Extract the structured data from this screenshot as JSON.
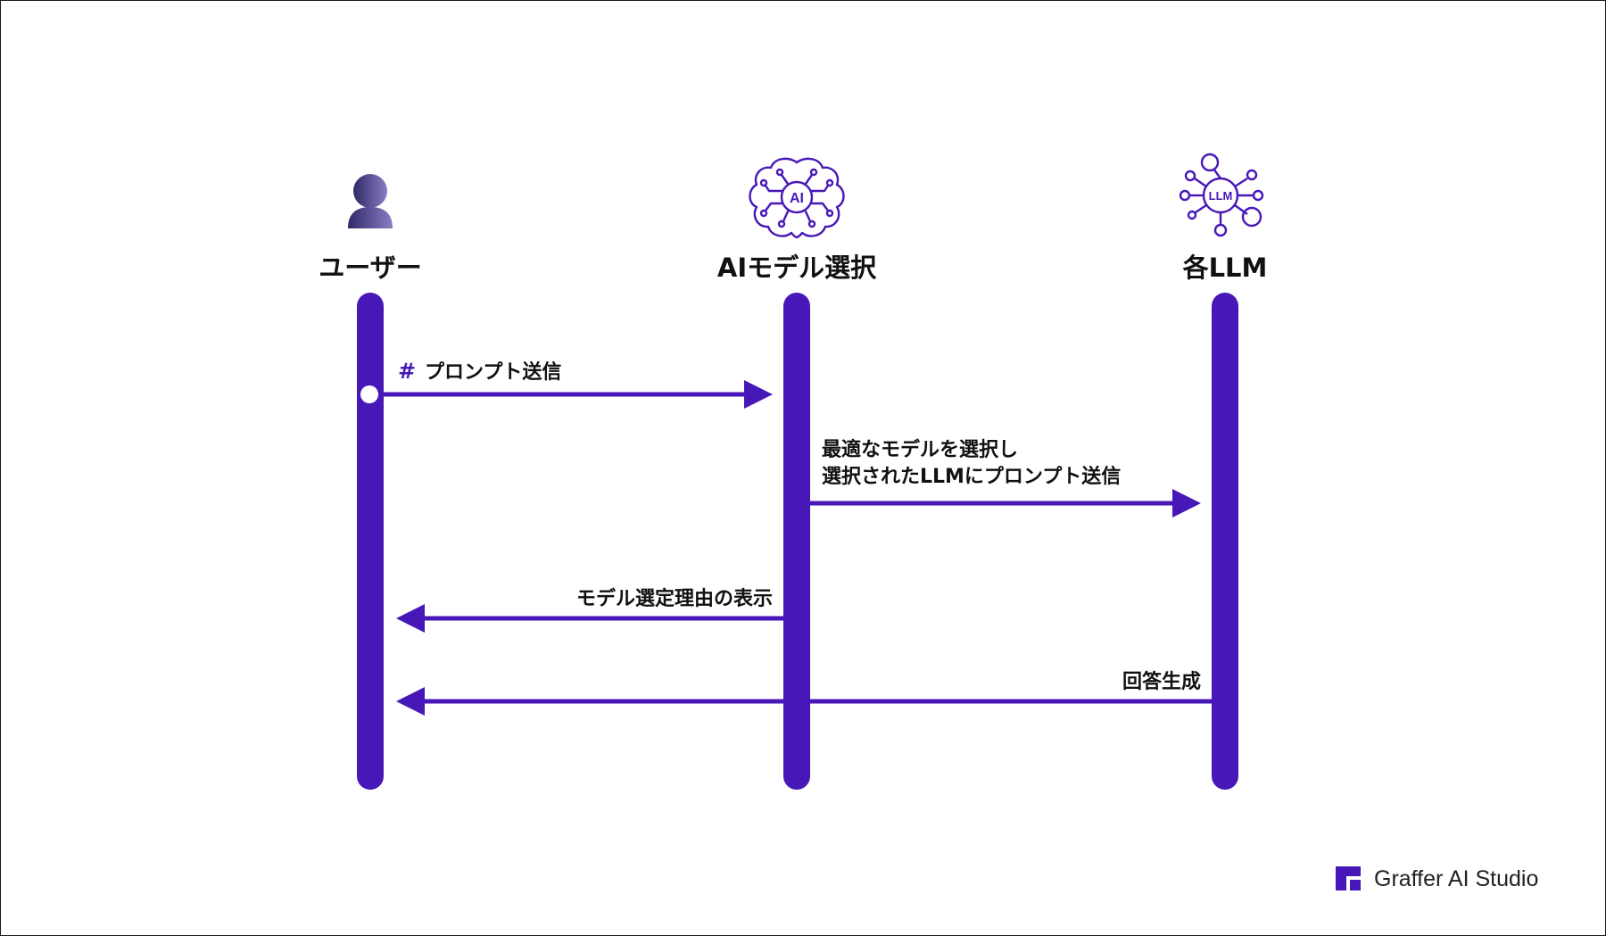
{
  "colors": {
    "accent": "#4717b8",
    "user_icon_top": "#3b2f73",
    "user_icon_bottom": "#7b6bb8",
    "text": "#111111",
    "border": "#1a1a1a"
  },
  "actors": [
    {
      "id": "user",
      "label": "ユーザー",
      "icon": "user-icon"
    },
    {
      "id": "ai-model",
      "label": "AIモデル選択",
      "icon": "brain-ai-icon"
    },
    {
      "id": "llm",
      "label": "各LLM",
      "icon": "llm-network-icon"
    }
  ],
  "icons": {
    "ai_text": "AI",
    "llm_text": "LLM"
  },
  "messages": [
    {
      "from": "user",
      "to": "ai-model",
      "hash": "#",
      "label": "プロンプト送信"
    },
    {
      "from": "ai-model",
      "to": "llm",
      "label_lines": [
        "最適なモデルを選択し",
        "選択されたLLMにプロンプト送信"
      ]
    },
    {
      "from": "ai-model",
      "to": "user",
      "label": "モデル選定理由の表示"
    },
    {
      "from": "llm",
      "to": "user",
      "label": "回答生成"
    }
  ],
  "brand": {
    "name": "Graffer AI Studio",
    "icon": "graffer-logo-icon"
  }
}
